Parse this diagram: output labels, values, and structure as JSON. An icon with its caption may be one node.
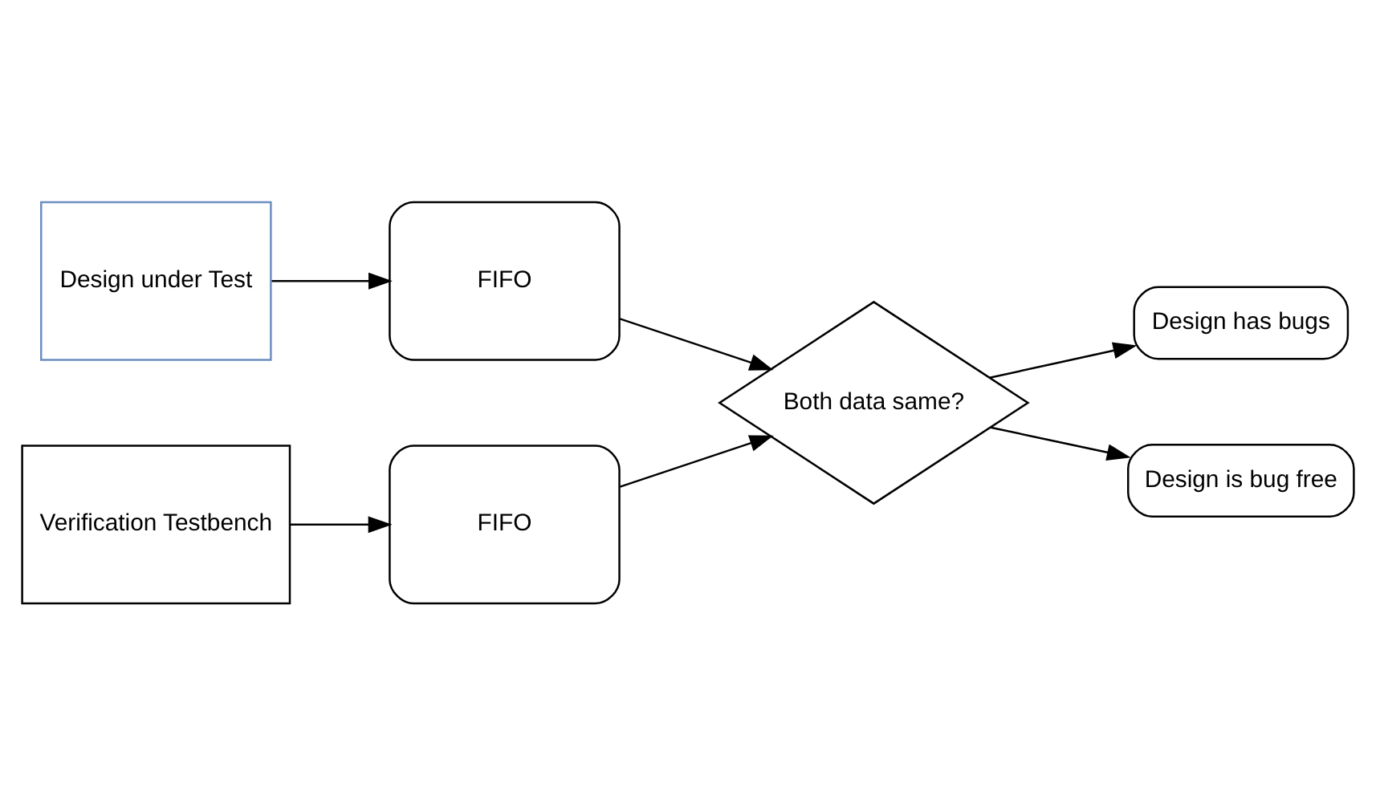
{
  "diagram": {
    "nodes": [
      {
        "text": [
          "Design under Test"
        ]
      },
      {
        "text": [
          "FIFO"
        ]
      },
      {
        "text": [
          "Design has bugs"
        ]
      },
      {
        "text": [
          "Both data same?"
        ]
      },
      {
        "text": [
          "Design is bug free"
        ]
      },
      {
        "text": [
          "Verification Testbench"
        ]
      },
      {
        "text": [
          "FIFO"
        ]
      }
    ],
    "edges": [
      {
        "from": 0,
        "to": 1,
        "arrow": "to"
      },
      {
        "from": 1,
        "to": 3,
        "arrow": "to"
      },
      {
        "from": 3,
        "to": 2,
        "arrow": "to"
      },
      {
        "from": 3,
        "to": 4,
        "arrow": "to"
      },
      {
        "from": 5,
        "to": 6,
        "arrow": "to"
      },
      {
        "from": 6,
        "to": 3,
        "arrow": "to"
      }
    ]
  }
}
